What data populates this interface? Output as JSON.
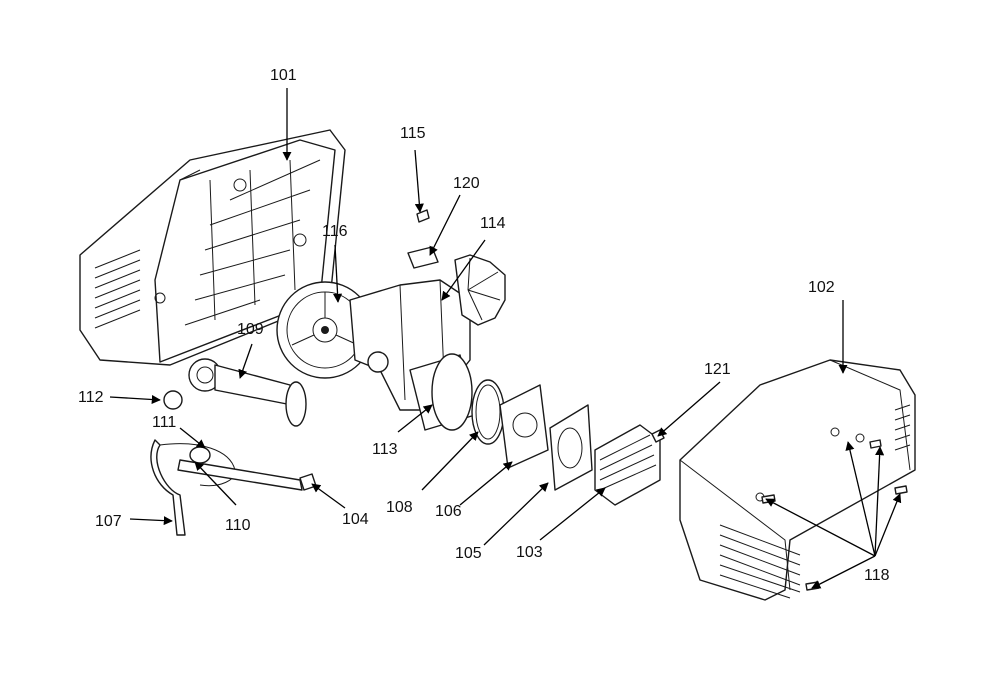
{
  "colors": {
    "ink": "#1a1a1a",
    "background": "#ffffff"
  },
  "callouts": {
    "c101": "101",
    "c102": "102",
    "c103": "103",
    "c104": "104",
    "c105": "105",
    "c106": "106",
    "c107": "107",
    "c108": "108",
    "c109": "109",
    "c110": "110",
    "c111": "111",
    "c112": "112",
    "c113": "113",
    "c114": "114",
    "c115": "115",
    "c116": "116",
    "c118": "118",
    "c120": "120",
    "c121": "121"
  }
}
